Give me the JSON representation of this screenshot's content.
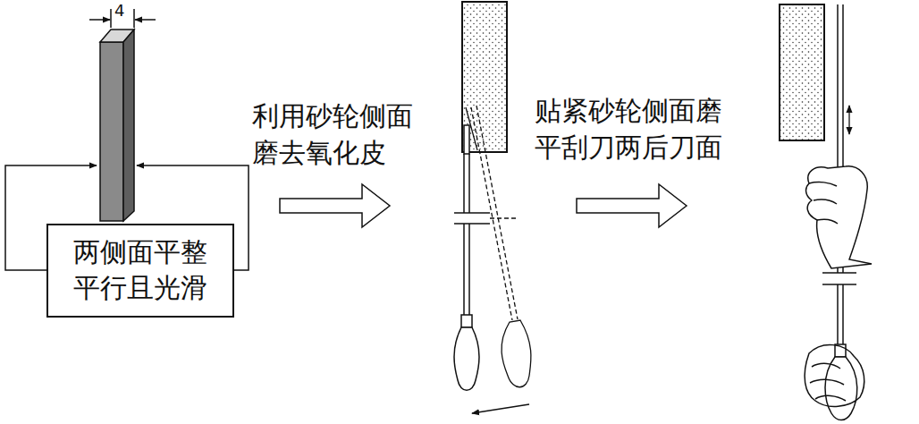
{
  "diagram": {
    "nodes": [
      {
        "text": [
          "两侧面平整 平行且光滑"
        ]
      }
    ],
    "labels": [
      "4",
      "利用砂轮侧面 磨去氧化皮",
      "贴紧砂轮侧面磨 平刮刀两后刀面"
    ]
  }
}
